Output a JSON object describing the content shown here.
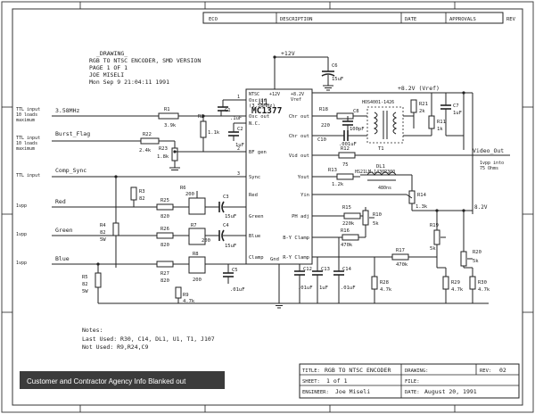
{
  "revision_block": {
    "headers": [
      "ECO",
      "DESCRIPTION",
      "DATE",
      "APPROVALS"
    ],
    "rev_col": "REV"
  },
  "drawing_header": {
    "lines": [
      "_DRAWING_",
      "RGB TO NTSC ENCODER, SMD VERSION",
      "PAGE 1 OF 1",
      "JOE MISELI",
      "Mon Sep  9 21:04:11 1991"
    ]
  },
  "chip": {
    "designator": "U1",
    "part": "MC1377",
    "pins_left": [
      {
        "num": "1",
        "name": "Osc in\n(3.58MHz)"
      },
      {
        "num": "",
        "name": "Osc out"
      },
      {
        "num": "",
        "name": "N.C."
      },
      {
        "num": "2",
        "name": "BF gen"
      },
      {
        "num": "3",
        "name": "Sync"
      },
      {
        "num": "",
        "name": "Red"
      },
      {
        "num": "",
        "name": "Green"
      },
      {
        "num": "",
        "name": "Blue"
      },
      {
        "num": "",
        "name": "Clamp"
      }
    ],
    "pins_right": [
      {
        "num": "",
        "name": "Chr out"
      },
      {
        "num": "",
        "name": "Chr out"
      },
      {
        "num": "",
        "name": "Vid out"
      },
      {
        "num": "",
        "name": "Yout"
      },
      {
        "num": "",
        "name": "Yin"
      },
      {
        "num": "",
        "name": "PH adj"
      },
      {
        "num": "",
        "name": "B-Y Clamp"
      },
      {
        "num": "",
        "name": "R-Y Clamp"
      }
    ],
    "top_left_label": "NTSC",
    "top_mid_label": "+12V",
    "top_right_label": "+8.2V\nVref",
    "bottom_label": "Gnd"
  },
  "rails": {
    "v12": "+12V",
    "v82": "+8.2V (Vref)",
    "v82_right": "8.2V"
  },
  "inputs": {
    "clk_label": "3.58MHz",
    "clk_note": "TTL input\n10 loads\nmaximum",
    "burst_label": "Burst_Flag",
    "burst_note": "TTL input\n10 loads\nmaximum",
    "sync_label": "Comp_Sync",
    "sync_note": "TTL input",
    "red_label": "Red",
    "green_label": "Green",
    "blue_label": "Blue",
    "vpp": "1vpp"
  },
  "outputs": {
    "video_label": "Video_Out",
    "video_note": "1vpp into\n75 Ohms"
  },
  "parts": {
    "C6": [
      "C6",
      "15uF"
    ],
    "R1": [
      "R1",
      "3.9k"
    ],
    "R2": [
      "R2",
      "1.1k"
    ],
    "C1": [
      "C1",
      ".1uF"
    ],
    "C2": [
      "C2",
      "1uF"
    ],
    "R22": [
      "R22",
      "2.4k"
    ],
    "R23": [
      "R23",
      "1.8k"
    ],
    "R18": [
      "R18",
      "220"
    ],
    "C8": [
      "C8",
      "100pF"
    ],
    "C10": [
      "C10",
      ".001uF"
    ],
    "T1": [
      "T1",
      "HOS4001-1426"
    ],
    "R21": [
      "R21",
      "2k"
    ],
    "R11": [
      "R11",
      "1k"
    ],
    "C7": [
      "C7",
      "1uF"
    ],
    "R12": [
      "R12",
      "75"
    ],
    "DL1": [
      "DL1",
      "HS21LM-1430P300"
    ],
    "DL1_val": "480ns",
    "R13": [
      "R13",
      "1.2k"
    ],
    "R14": [
      "R14",
      "1.3k"
    ],
    "R15": [
      "R15",
      "220k"
    ],
    "R10": [
      "R10",
      "5k"
    ],
    "R16": [
      "R16",
      "470k"
    ],
    "R17": [
      "R17",
      "470k"
    ],
    "R19": [
      "R19",
      "5k"
    ],
    "R20": [
      "R20",
      "5k"
    ],
    "R3": [
      "R3",
      "82"
    ],
    "R25": [
      "R25",
      "820"
    ],
    "R6": [
      "R6",
      "200"
    ],
    "C3": [
      "C3",
      "15uF"
    ],
    "R4": [
      "R4",
      "82",
      "5W"
    ],
    "R7": [
      "R7",
      "200"
    ],
    "R26": [
      "R26",
      "820"
    ],
    "C4": [
      "C4",
      "15uF"
    ],
    "R5": [
      "R5",
      "82",
      "5W"
    ],
    "R8": [
      "R8",
      "200"
    ],
    "R27": [
      "R27",
      "820"
    ],
    "C5": [
      "C5",
      ".01uF"
    ],
    "C12": [
      "C12",
      ".01uF"
    ],
    "C13": [
      "C13",
      "1uF"
    ],
    "C14": [
      "C14",
      ".01uF"
    ],
    "R28": [
      "R28",
      "4.7k"
    ],
    "R29": [
      "R29",
      "4.7k"
    ],
    "R30": [
      "R30",
      "4.7k"
    ],
    "R9": [
      "R9",
      "4.7k"
    ]
  },
  "notes": {
    "title": "Notes:",
    "last_used": "Last Used: R30, C14, DL1, U1, T1, J107",
    "not_used": "Not Used: R9,R24,C9"
  },
  "blanked_banner": "Customer and Contractor Agency Info Blanked out",
  "title_block": {
    "title_label": "TITLE:",
    "title_value": "RGB TO NTSC ENCODER",
    "sheet_label": "SHEET:",
    "sheet_value": "1 of 1",
    "engineer_label": "ENGINEER:",
    "engineer_value": "Joe Miseli",
    "drawing_label": "DRAWING:",
    "file_label": "FILE:",
    "date_label": "DATE:",
    "date_value": "August 20, 1991",
    "rev_label": "REV:",
    "rev_value": "02"
  }
}
